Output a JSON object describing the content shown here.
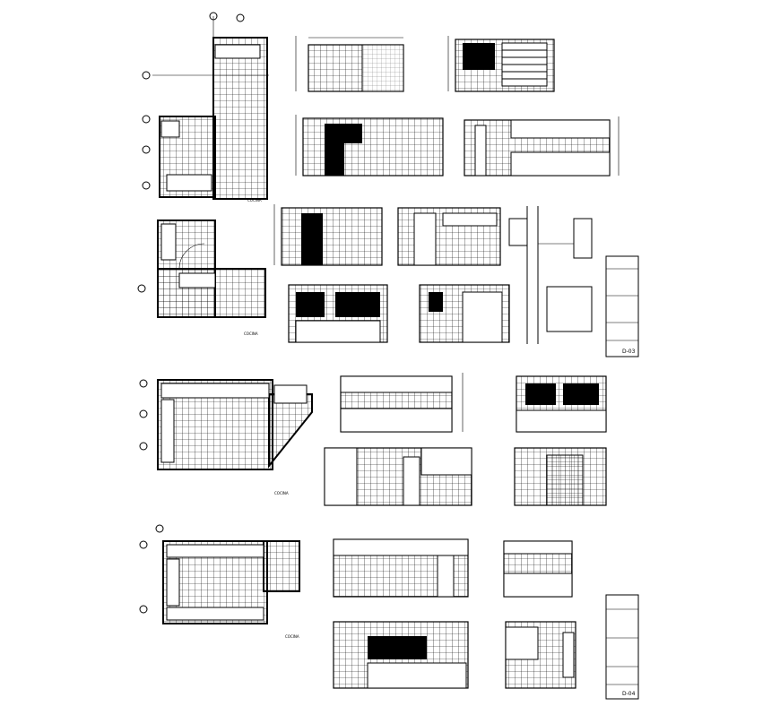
{
  "drawing": {
    "labels": {
      "plan1": "COCINA",
      "plan2": "COCINA",
      "plan3": "COCINA",
      "plan4": "COCINA",
      "sheet1": "D-03",
      "sheet2": "D-04"
    },
    "colors": {
      "ink": "#000000",
      "paper": "#ffffff"
    }
  }
}
